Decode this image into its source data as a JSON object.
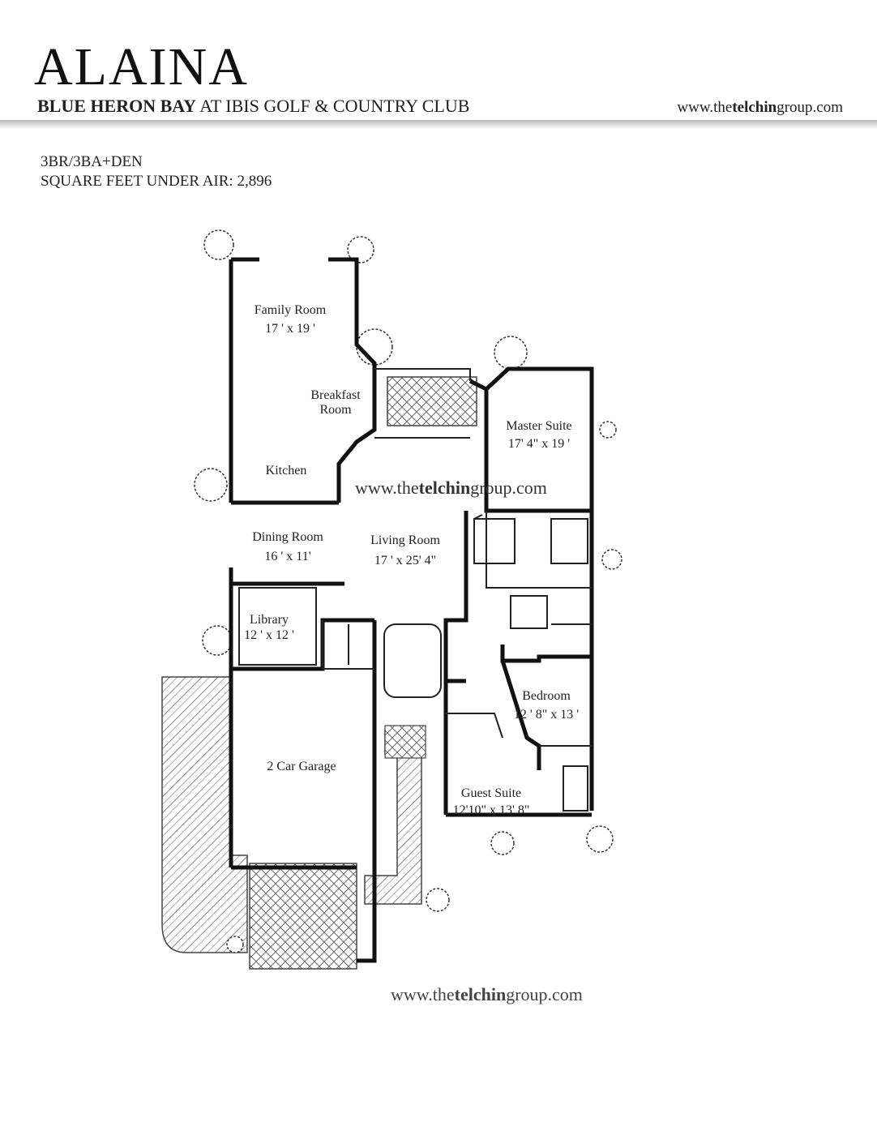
{
  "header": {
    "title": "ALAINA",
    "subtitle_bold": "BLUE HERON BAY",
    "subtitle_rest": " AT IBIS GOLF & COUNTRY CLUB",
    "url_pre": "www.the",
    "url_bold": "telchin",
    "url_post": "group.com"
  },
  "info": {
    "beds_baths": "3BR/3BA+DEN",
    "square_feet": "SQUARE FEET UNDER AIR: 2,896"
  },
  "rooms": {
    "family_room": {
      "name": "Family Room",
      "size": "17 ' x 19 '"
    },
    "breakfast_room": {
      "line1": "Breakfast",
      "line2": "Room"
    },
    "kitchen": {
      "name": "Kitchen"
    },
    "master_suite": {
      "name": "Master Suite",
      "size": "17' 4\" x 19 '"
    },
    "dining_room": {
      "name": "Dining Room",
      "size": "16 ' x 11'"
    },
    "living_room": {
      "name": "Living Room",
      "size": "17 ' x 25' 4\""
    },
    "library": {
      "name": "Library",
      "size": "12 ' x 12 '"
    },
    "bedroom": {
      "name": "Bedroom",
      "size": "12 ' 8\" x 13 '"
    },
    "garage": {
      "name": "2 Car Garage"
    },
    "guest_suite": {
      "name": "Guest Suite",
      "size": "12'10\" x 13' 8\""
    }
  },
  "watermark": {
    "url_pre": "www.the",
    "url_bold": "telchin",
    "url_post": "group.com"
  },
  "footer": {
    "url_pre": "www.the",
    "url_bold": "telchin",
    "url_post": "group.com"
  }
}
